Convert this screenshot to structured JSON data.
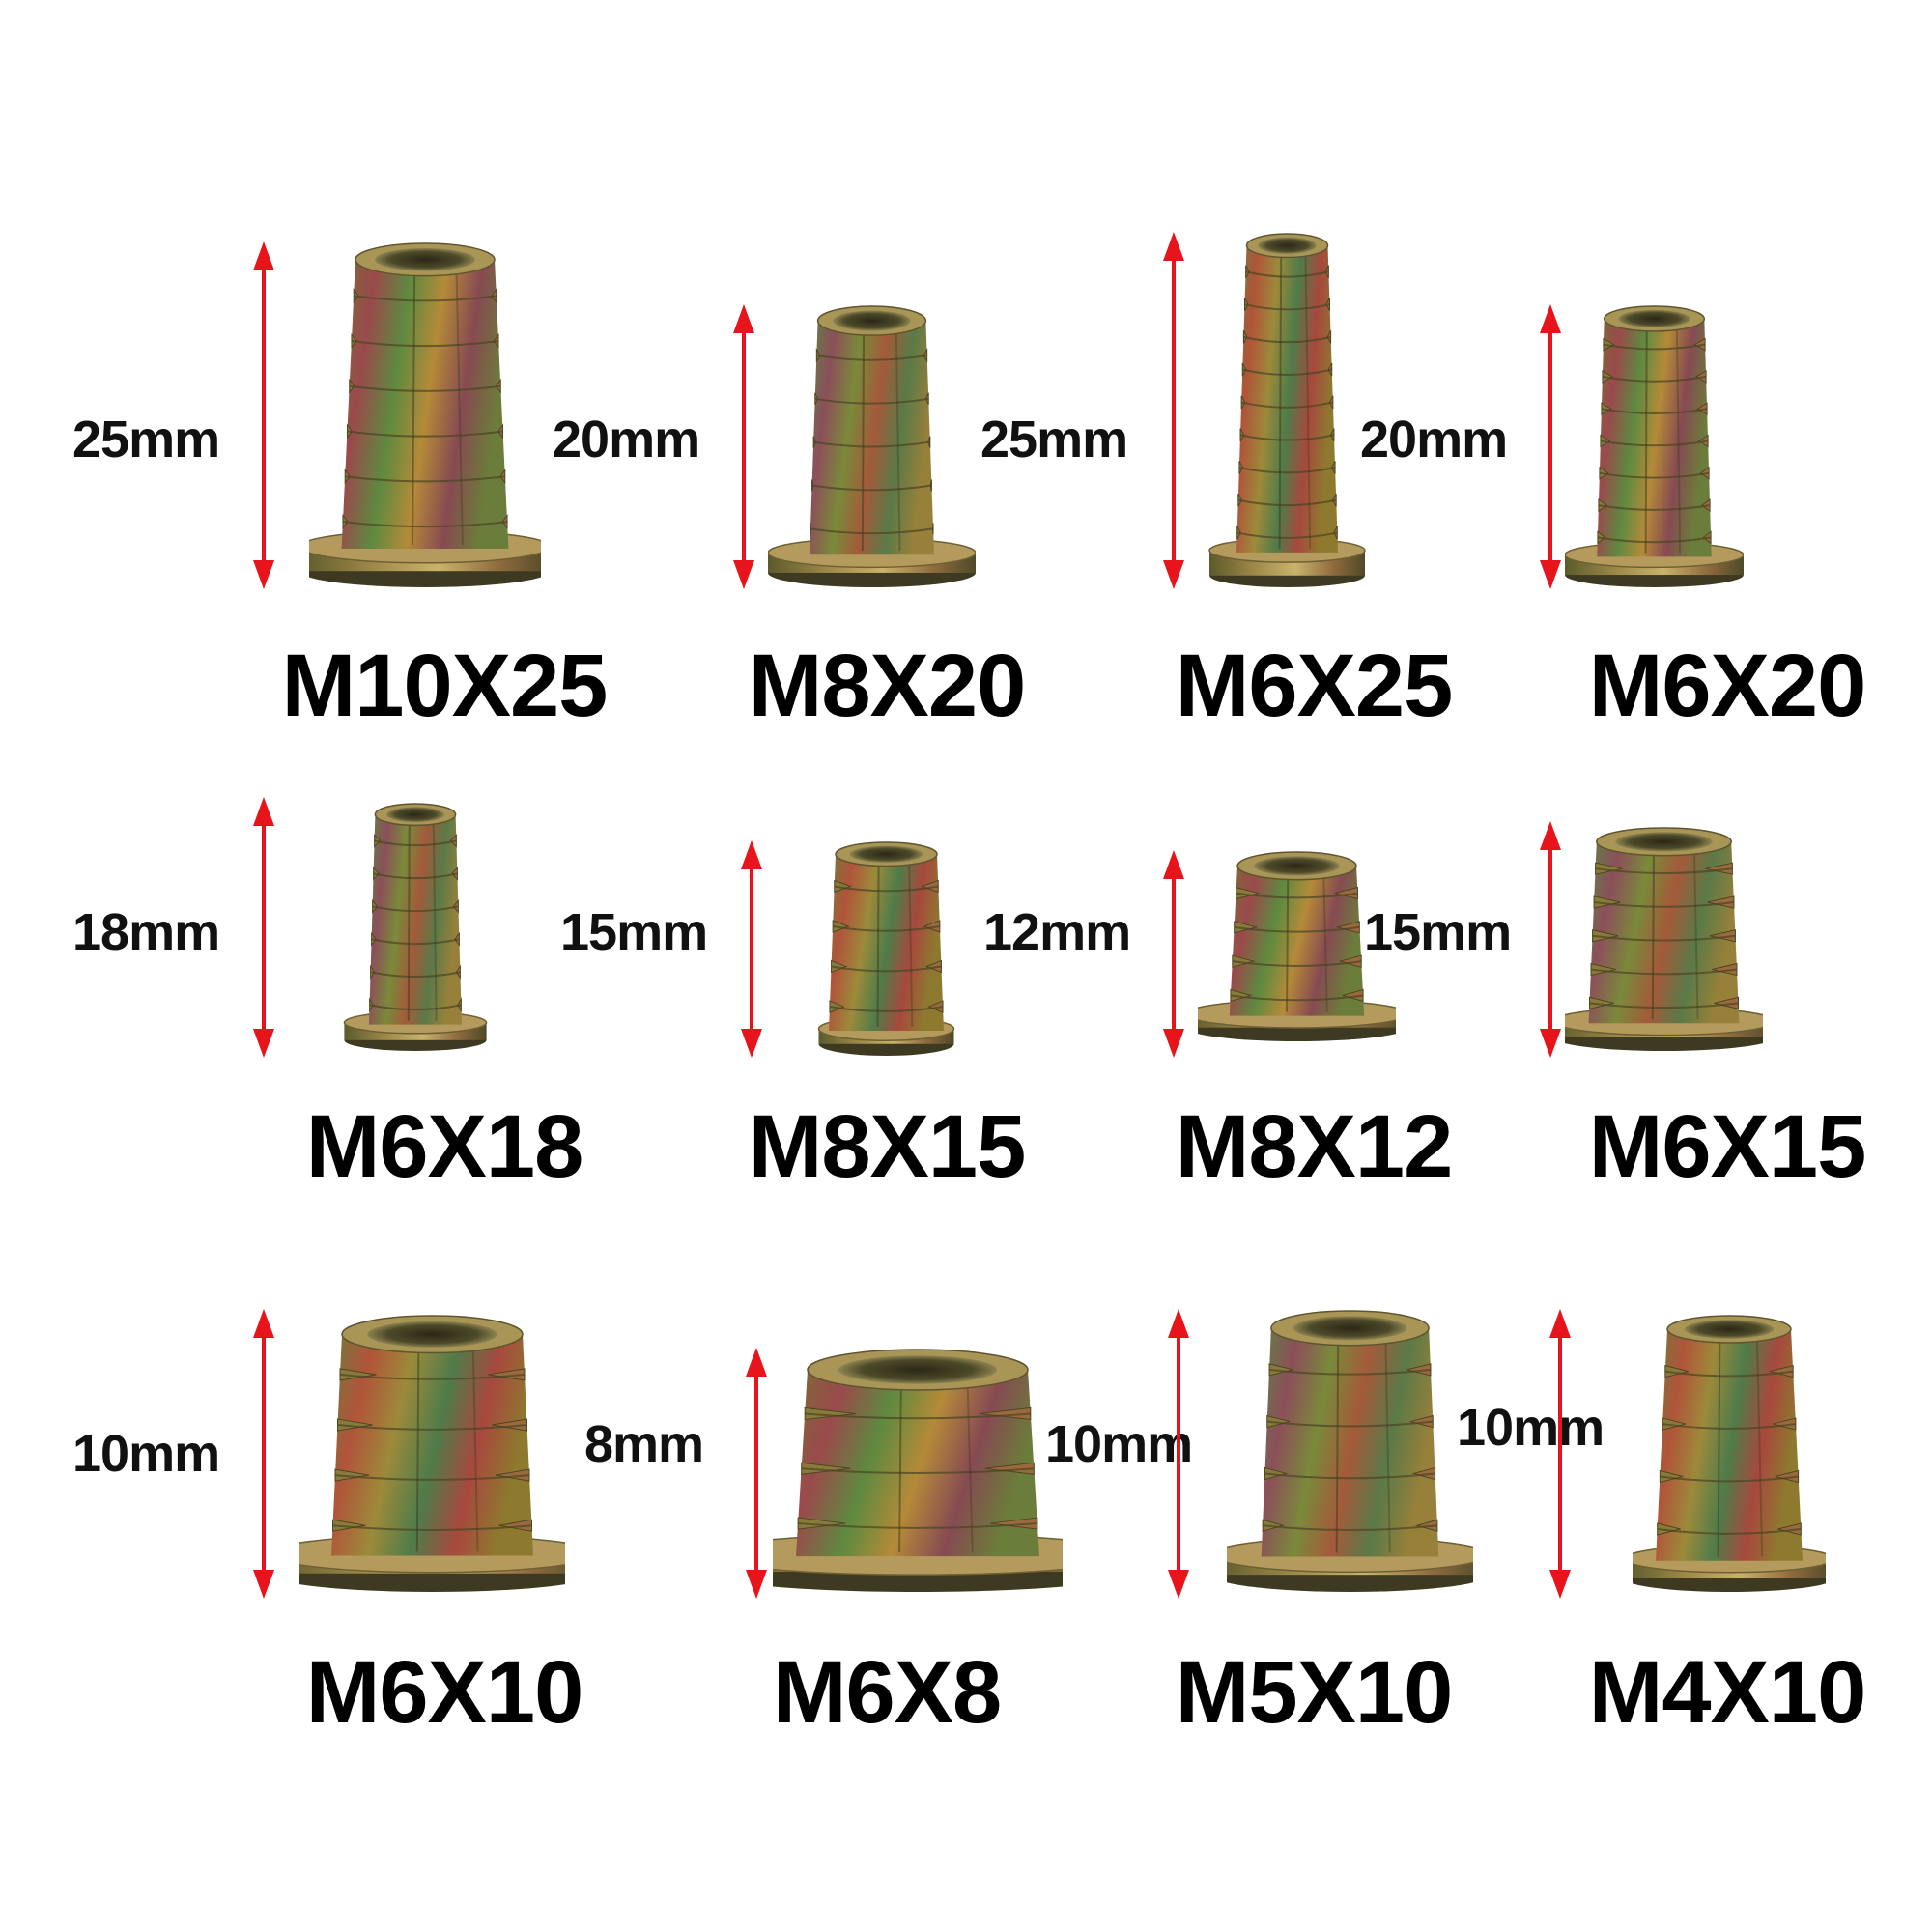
{
  "arrow_color": "#e8141c",
  "items": [
    {
      "size": "M10X25",
      "length": "25mm",
      "icon": "threaded-insert-icon"
    },
    {
      "size": "M8X20",
      "length": "20mm",
      "icon": "threaded-insert-icon"
    },
    {
      "size": "M6X25",
      "length": "25mm",
      "icon": "threaded-insert-icon"
    },
    {
      "size": "M6X20",
      "length": "20mm",
      "icon": "threaded-insert-icon"
    },
    {
      "size": "M6X18",
      "length": "18mm",
      "icon": "threaded-insert-icon"
    },
    {
      "size": "M8X15",
      "length": "15mm",
      "icon": "threaded-insert-icon"
    },
    {
      "size": "M8X12",
      "length": "12mm",
      "icon": "threaded-insert-icon"
    },
    {
      "size": "M6X15",
      "length": "15mm",
      "icon": "threaded-insert-icon"
    },
    {
      "size": "M6X10",
      "length": "10mm",
      "icon": "threaded-insert-icon"
    },
    {
      "size": "M6X8",
      "length": "8mm",
      "icon": "threaded-insert-icon"
    },
    {
      "size": "M5X10",
      "length": "10mm",
      "icon": "threaded-insert-icon"
    },
    {
      "size": "M4X10",
      "length": "10mm",
      "icon": "threaded-insert-icon"
    }
  ]
}
